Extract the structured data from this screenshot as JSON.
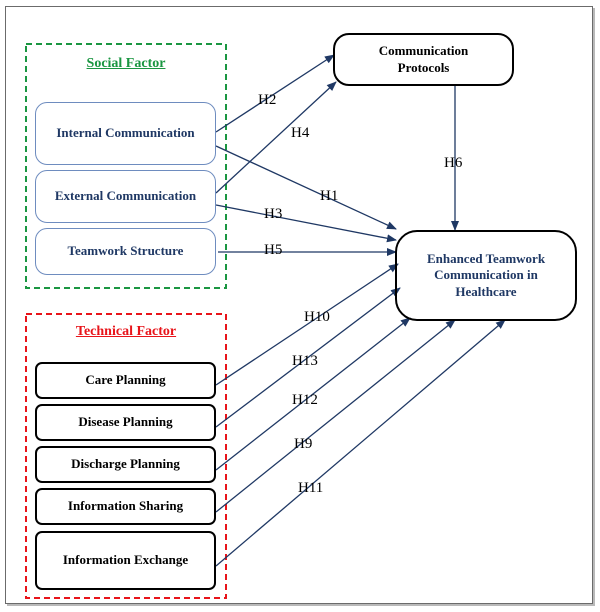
{
  "social_group": {
    "title": "Social Factor",
    "color": "#1a9641"
  },
  "technical_group": {
    "title": "Technical Factor",
    "color": "#e8141a"
  },
  "nodes": {
    "internal": "Internal Communication",
    "external": "External Communication",
    "teamwork": "Teamwork Structure",
    "protocols": "Communication Protocols",
    "outcome": "Enhanced Teamwork Communication in Healthcare",
    "care": "Care Planning",
    "disease": "Disease Planning",
    "discharge": "Discharge Planning",
    "sharing": "Information Sharing",
    "exchange": "Information Exchange"
  },
  "hypotheses": {
    "h1": "H1",
    "h2": "H2",
    "h3": "H3",
    "h4": "H4",
    "h5": "H5",
    "h6": "H6",
    "h9": "H9",
    "h10": "H10",
    "h11": "H11",
    "h12": "H12",
    "h13": "H13"
  }
}
